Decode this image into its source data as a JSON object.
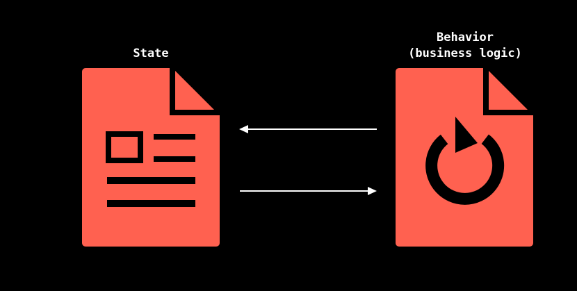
{
  "colors": {
    "background": "#000000",
    "document_fill": "#ff6150",
    "document_ink": "#000000",
    "arrow": "#ffffff",
    "text": "#ffffff"
  },
  "state": {
    "title": "State",
    "icon": "document-text-icon"
  },
  "behavior": {
    "title_line1": "Behavior",
    "title_line2": "(business logic)",
    "icon": "document-refresh-icon"
  },
  "arrows": [
    {
      "direction": "left",
      "from": "behavior",
      "to": "state"
    },
    {
      "direction": "right",
      "from": "state",
      "to": "behavior"
    }
  ]
}
